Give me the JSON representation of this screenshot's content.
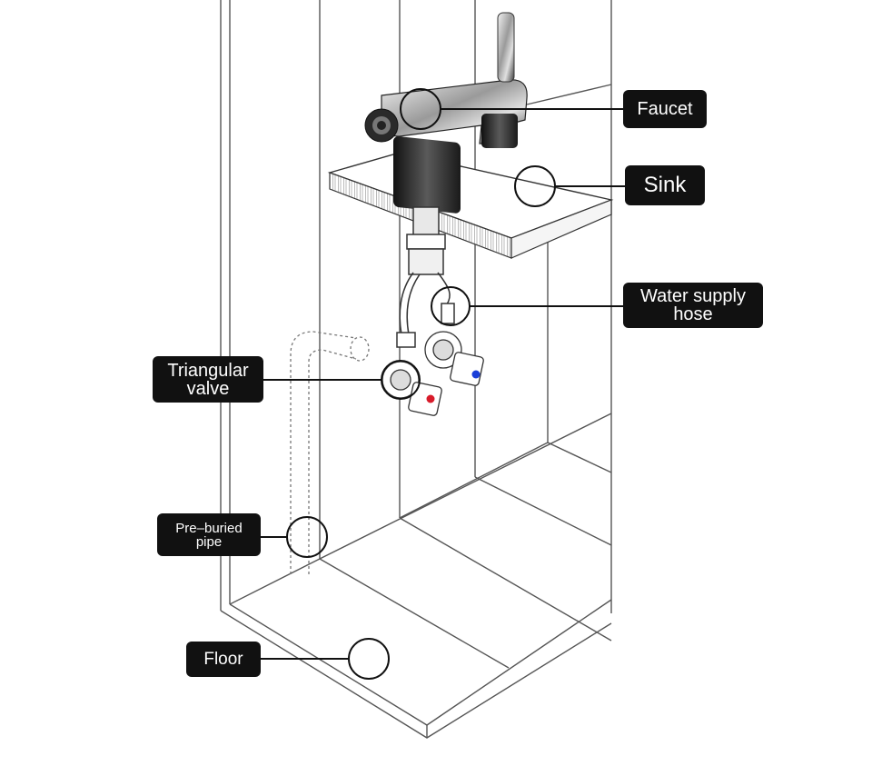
{
  "labels": {
    "faucet": "Faucet",
    "sink": "Sink",
    "water_supply_hose": "Water supply\nhose",
    "triangular_valve": "Triangular\nvalve",
    "pre_buried_pipe": "Pre–buried\npipe",
    "floor": "Floor"
  },
  "colors": {
    "callout_bg": "#111111",
    "callout_text": "#ffffff",
    "line": "#111111",
    "cabinet_line": "#555555",
    "hot_dot": "#d81b2a",
    "cold_dot": "#1a3fd8",
    "chrome_dark": "#2a2a2a",
    "chrome_light": "#cfcfcf"
  },
  "icons": {
    "faucet": "faucet-icon",
    "hot_valve": "valve-hot-icon",
    "cold_valve": "valve-cold-icon",
    "hose": "hose-icon",
    "pipe": "pipe-icon"
  }
}
